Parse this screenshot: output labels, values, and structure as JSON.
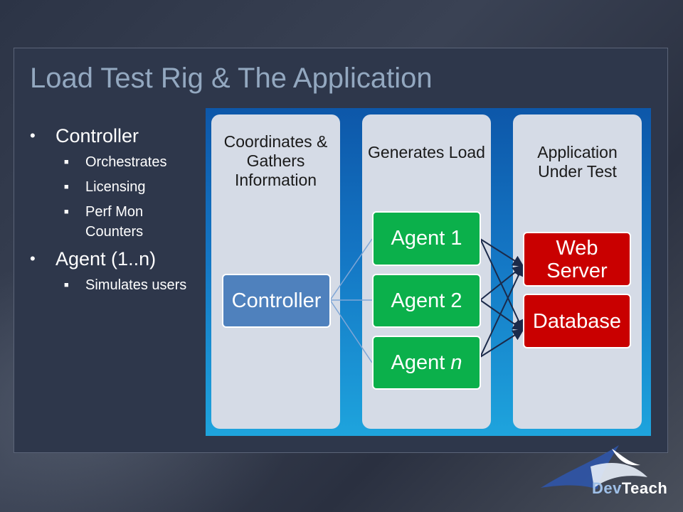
{
  "slide": {
    "title": "Load Test Rig & The Application"
  },
  "bullets": {
    "controller": {
      "label": "Controller",
      "subs": [
        "Orchestrates",
        "Licensing",
        "Perf Mon Counters"
      ]
    },
    "agent": {
      "label": "Agent (1..n)",
      "subs": [
        "Simulates users"
      ]
    }
  },
  "diagram": {
    "columns": [
      {
        "heading": "Coordinates & Gathers Information"
      },
      {
        "heading": "Generates Load"
      },
      {
        "heading": "Application Under Test"
      }
    ],
    "nodes": {
      "controller": "Controller",
      "agent1": "Agent 1",
      "agent2": "Agent 2",
      "agentN_prefix": "Agent ",
      "agentN_suffix": "n",
      "web_server": "Web Server",
      "database": "Database"
    },
    "colors": {
      "controller": "#4f81bd",
      "agents": "#0bb04b",
      "app": "#c90000",
      "background": "#1476c4"
    }
  },
  "logo": {
    "part1": "Dev",
    "part2": "Teach"
  }
}
